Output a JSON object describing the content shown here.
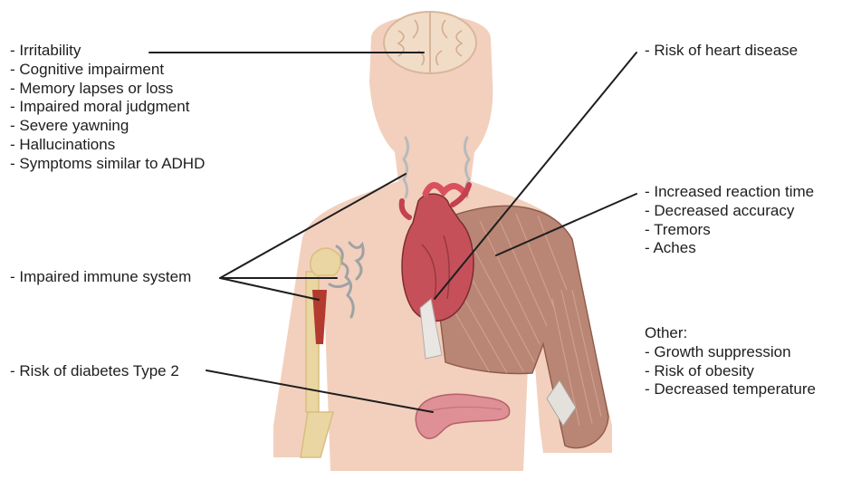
{
  "colors": {
    "skin": "#f2d0bd",
    "brain": "#f1dcc8",
    "heart": "#c6505a",
    "muscle": "#b98574",
    "bone": "#ead6a2",
    "lymph": "#b8babc",
    "pancreas": "#de9096",
    "leader_line": "#1e1e1e"
  },
  "groups": {
    "mind": [
      "- Irritability",
      "- Cognitive impairment",
      "- Memory lapses or loss",
      "- Impaired moral judgment",
      "- Severe yawning",
      "- Hallucinations",
      "- Symptoms similar to ADHD"
    ],
    "heart": [
      "- Risk of heart disease"
    ],
    "muscle": [
      "- Increased reaction time",
      "- Decreased accuracy",
      "- Tremors",
      "- Aches"
    ],
    "immune": [
      "- Impaired immune system"
    ],
    "diabetes": [
      "- Risk of diabetes Type 2"
    ],
    "other": [
      "Other:",
      "- Growth suppression",
      "- Risk of obesity",
      "- Decreased temperature"
    ]
  }
}
